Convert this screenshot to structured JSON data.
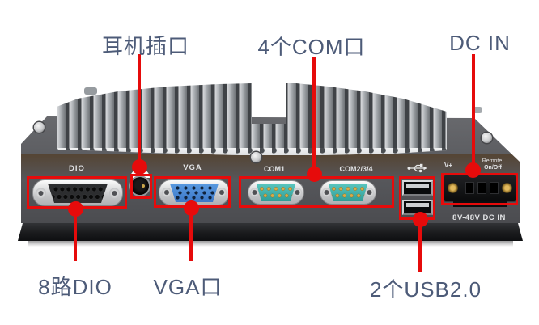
{
  "annotations": {
    "color": "#e60b0b",
    "top": [
      "耳机插口",
      "4个COM口",
      "DC IN"
    ],
    "bottom": [
      "8路DIO",
      "VGA口",
      "2个USB2.0"
    ]
  },
  "device": {
    "port_labels": {
      "dio": "DIO",
      "vga": "VGA",
      "com1": "COM1",
      "com234": "COM2/3/4",
      "dc_vplus": "V+",
      "dc_remote": "Remote",
      "dc_onoff": "On/Off",
      "dc_input": "8V-48V DC IN"
    },
    "colors": {
      "annotation_red": "#e60b0b",
      "annotation_text": "#4d5b78",
      "com_teal": "#3fb3ac",
      "vga_blue": "#4a8fd4"
    }
  }
}
